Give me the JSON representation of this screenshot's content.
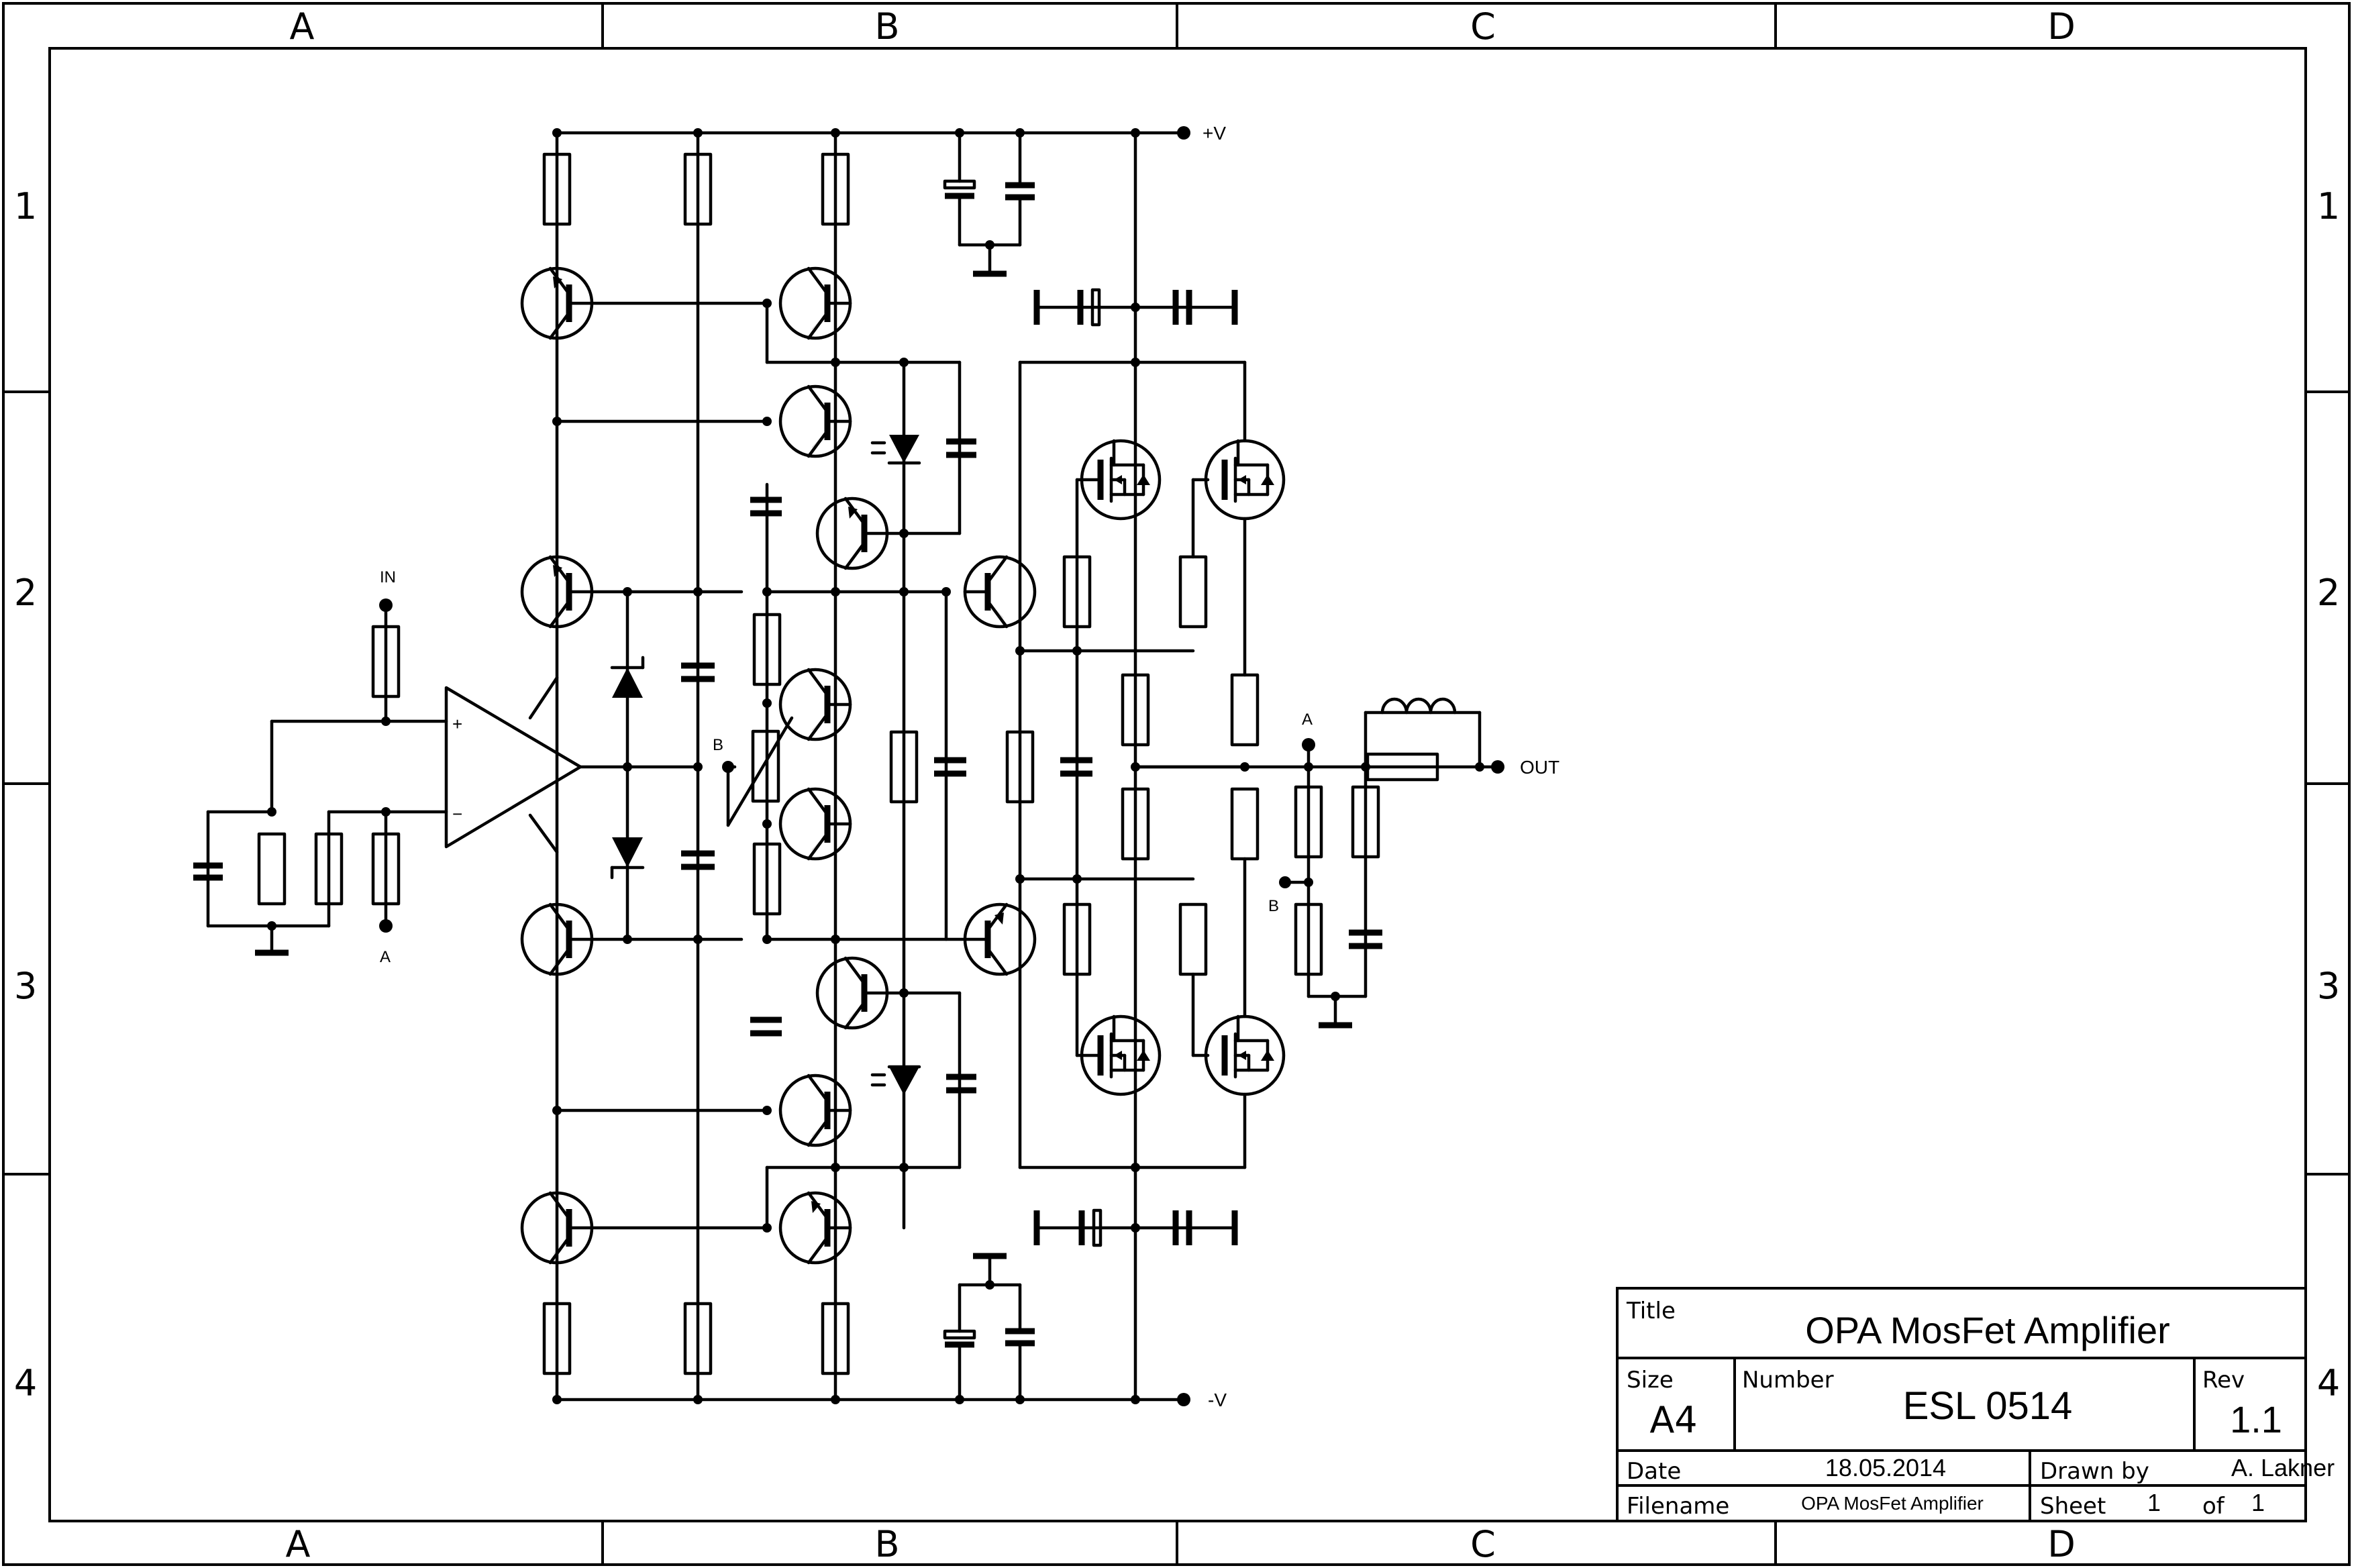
{
  "border": {
    "columns": [
      "A",
      "B",
      "C",
      "D"
    ],
    "rows": [
      "1",
      "2",
      "3",
      "4"
    ]
  },
  "labels": {
    "in": "IN",
    "out": "OUT",
    "vplus": "+V",
    "vminus": "-V",
    "op_plus": "+",
    "op_minus": "−",
    "node_a": "A",
    "node_b": "B"
  },
  "title_block": {
    "title_label": "Title",
    "title": "OPA MosFet Amplifier",
    "size_label": "Size",
    "size": "A4",
    "number_label": "Number",
    "number": "ESL 0514",
    "rev_label": "Rev",
    "rev": "1.1",
    "date_label": "Date",
    "date": "18.05.2014",
    "drawn_label": "Drawn by",
    "drawn_by": "A. Lakner",
    "filename_label": "Filename",
    "filename": "OPA MosFet Amplifier",
    "sheet_label": "Sheet",
    "sheet": "1",
    "of_label": "of",
    "sheets": "1"
  }
}
